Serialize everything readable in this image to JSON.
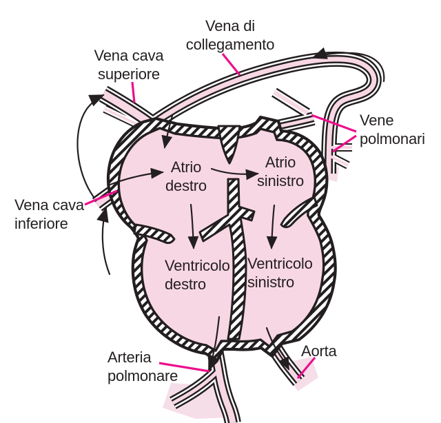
{
  "figure": {
    "subject": "heart blood-flow diagram",
    "language": "Italian"
  },
  "labels": {
    "vena_di_collegamento": {
      "line1": "Vena di",
      "line2": "collegamento"
    },
    "vena_cava_superiore": {
      "line1": "Vena cava",
      "line2": "superiore"
    },
    "vene_polmonari": {
      "line1": "Vene",
      "line2": "polmonari"
    },
    "vena_cava_inferiore": {
      "line1": "Vena cava",
      "line2": "inferiore"
    },
    "atrio_destro": {
      "line1": "Atrio",
      "line2": "destro"
    },
    "atrio_sinistro": {
      "line1": "Atrio",
      "line2": "sinistro"
    },
    "ventricolo_destro": {
      "line1": "Ventricolo",
      "line2": "destro"
    },
    "ventricolo_sinistro": {
      "line1": "Ventricolo",
      "line2": "sinistro"
    },
    "arteria_polmonare": {
      "line1": "Arteria",
      "line2": "polmonare"
    },
    "aorta": {
      "line1": "Aorta"
    }
  },
  "colors": {
    "chamber_pink": "#f8d7e4",
    "wash_pink": "#f6dee9",
    "leader_magenta": "#ec0f8c",
    "outline_black": "#231f20",
    "background": "#ffffff"
  }
}
